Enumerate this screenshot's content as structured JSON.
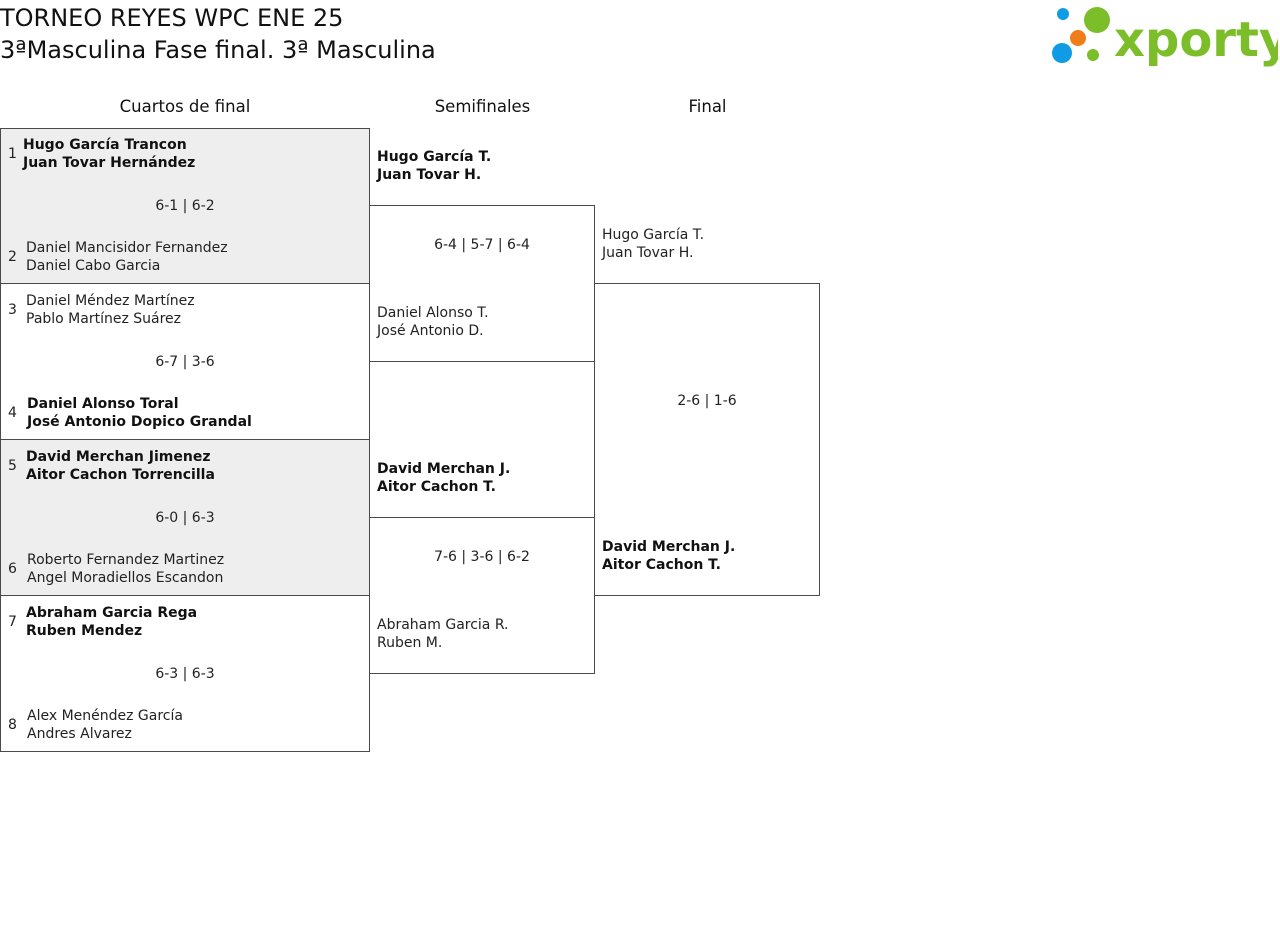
{
  "header": {
    "title_line1": "TORNEO REYES WPC ENE 25",
    "title_line2": "3ªMasculina Fase final. 3ª Masculina"
  },
  "logo": {
    "text": "xporty",
    "colors": {
      "blue": "#0f9ce5",
      "orange": "#ef7d1a",
      "green": "#7cbd2a"
    }
  },
  "rounds": {
    "quarterfinals": "Cuartos de final",
    "semifinals": "Semifinales",
    "final": "Final"
  },
  "quarterfinals": [
    {
      "score": "6-1 | 6-2",
      "top": {
        "seed": "1",
        "player1": "Hugo García Trancon",
        "player2": "Juan Tovar Hernández"
      },
      "bottom": {
        "seed": "2",
        "player1": "Daniel Mancisidor Fernandez",
        "player2": "Daniel Cabo Garcia"
      }
    },
    {
      "score": "6-7 | 3-6",
      "top": {
        "seed": "3",
        "player1": "Daniel Méndez Martínez",
        "player2": "Pablo Martínez Suárez"
      },
      "bottom": {
        "seed": "4",
        "player1": "Daniel Alonso Toral",
        "player2": "José Antonio Dopico Grandal"
      }
    },
    {
      "score": "6-0 | 6-3",
      "top": {
        "seed": "5",
        "player1": "David Merchan Jimenez",
        "player2": "Aitor Cachon Torrencilla"
      },
      "bottom": {
        "seed": "6",
        "player1": "Roberto Fernandez Martinez",
        "player2": "Angel Moradiellos Escandon"
      }
    },
    {
      "score": "6-3 | 6-3",
      "top": {
        "seed": "7",
        "player1": "Abraham Garcia Rega",
        "player2": "Ruben Mendez"
      },
      "bottom": {
        "seed": "8",
        "player1": "Alex Menéndez García",
        "player2": "Andres Alvarez"
      }
    }
  ],
  "semifinals": [
    {
      "score": "6-4 | 5-7 | 6-4",
      "top": {
        "player1": "Hugo García T.",
        "player2": "Juan Tovar H."
      },
      "bottom": {
        "player1": "Daniel Alonso T.",
        "player2": "José Antonio D."
      }
    },
    {
      "score": "7-6 | 3-6 | 6-2",
      "top": {
        "player1": "David Merchan J.",
        "player2": "Aitor Cachon T."
      },
      "bottom": {
        "player1": "Abraham Garcia R.",
        "player2": "Ruben M."
      }
    }
  ],
  "final": {
    "score": "2-6 | 1-6",
    "top": {
      "player1": "Hugo García T.",
      "player2": "Juan Tovar H."
    },
    "bottom": {
      "player1": "David Merchan J.",
      "player2": "Aitor Cachon T."
    }
  }
}
